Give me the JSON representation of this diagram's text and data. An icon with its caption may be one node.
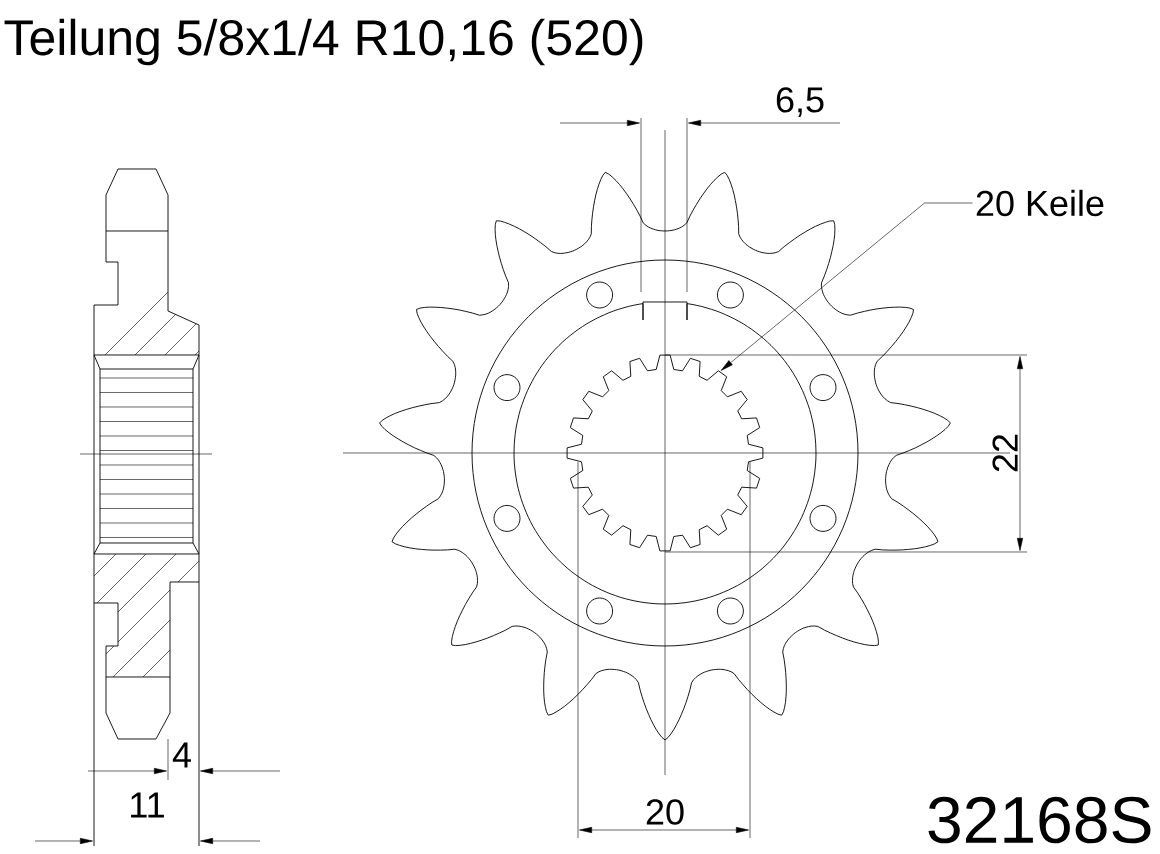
{
  "diagram": {
    "title": "Teilung 5/8x1/4 R10,16 (520)",
    "nodes": [
      {
        "text": [
          "20 Keile"
        ]
      },
      {
        "text": [],
        "shape": "gear"
      }
    ],
    "edges": [
      {
        "from": 0,
        "to": 1,
        "arrow": "to"
      }
    ],
    "labels": [
      "6,5",
      "22",
      "4",
      "11",
      "20",
      "32168S"
    ]
  }
}
